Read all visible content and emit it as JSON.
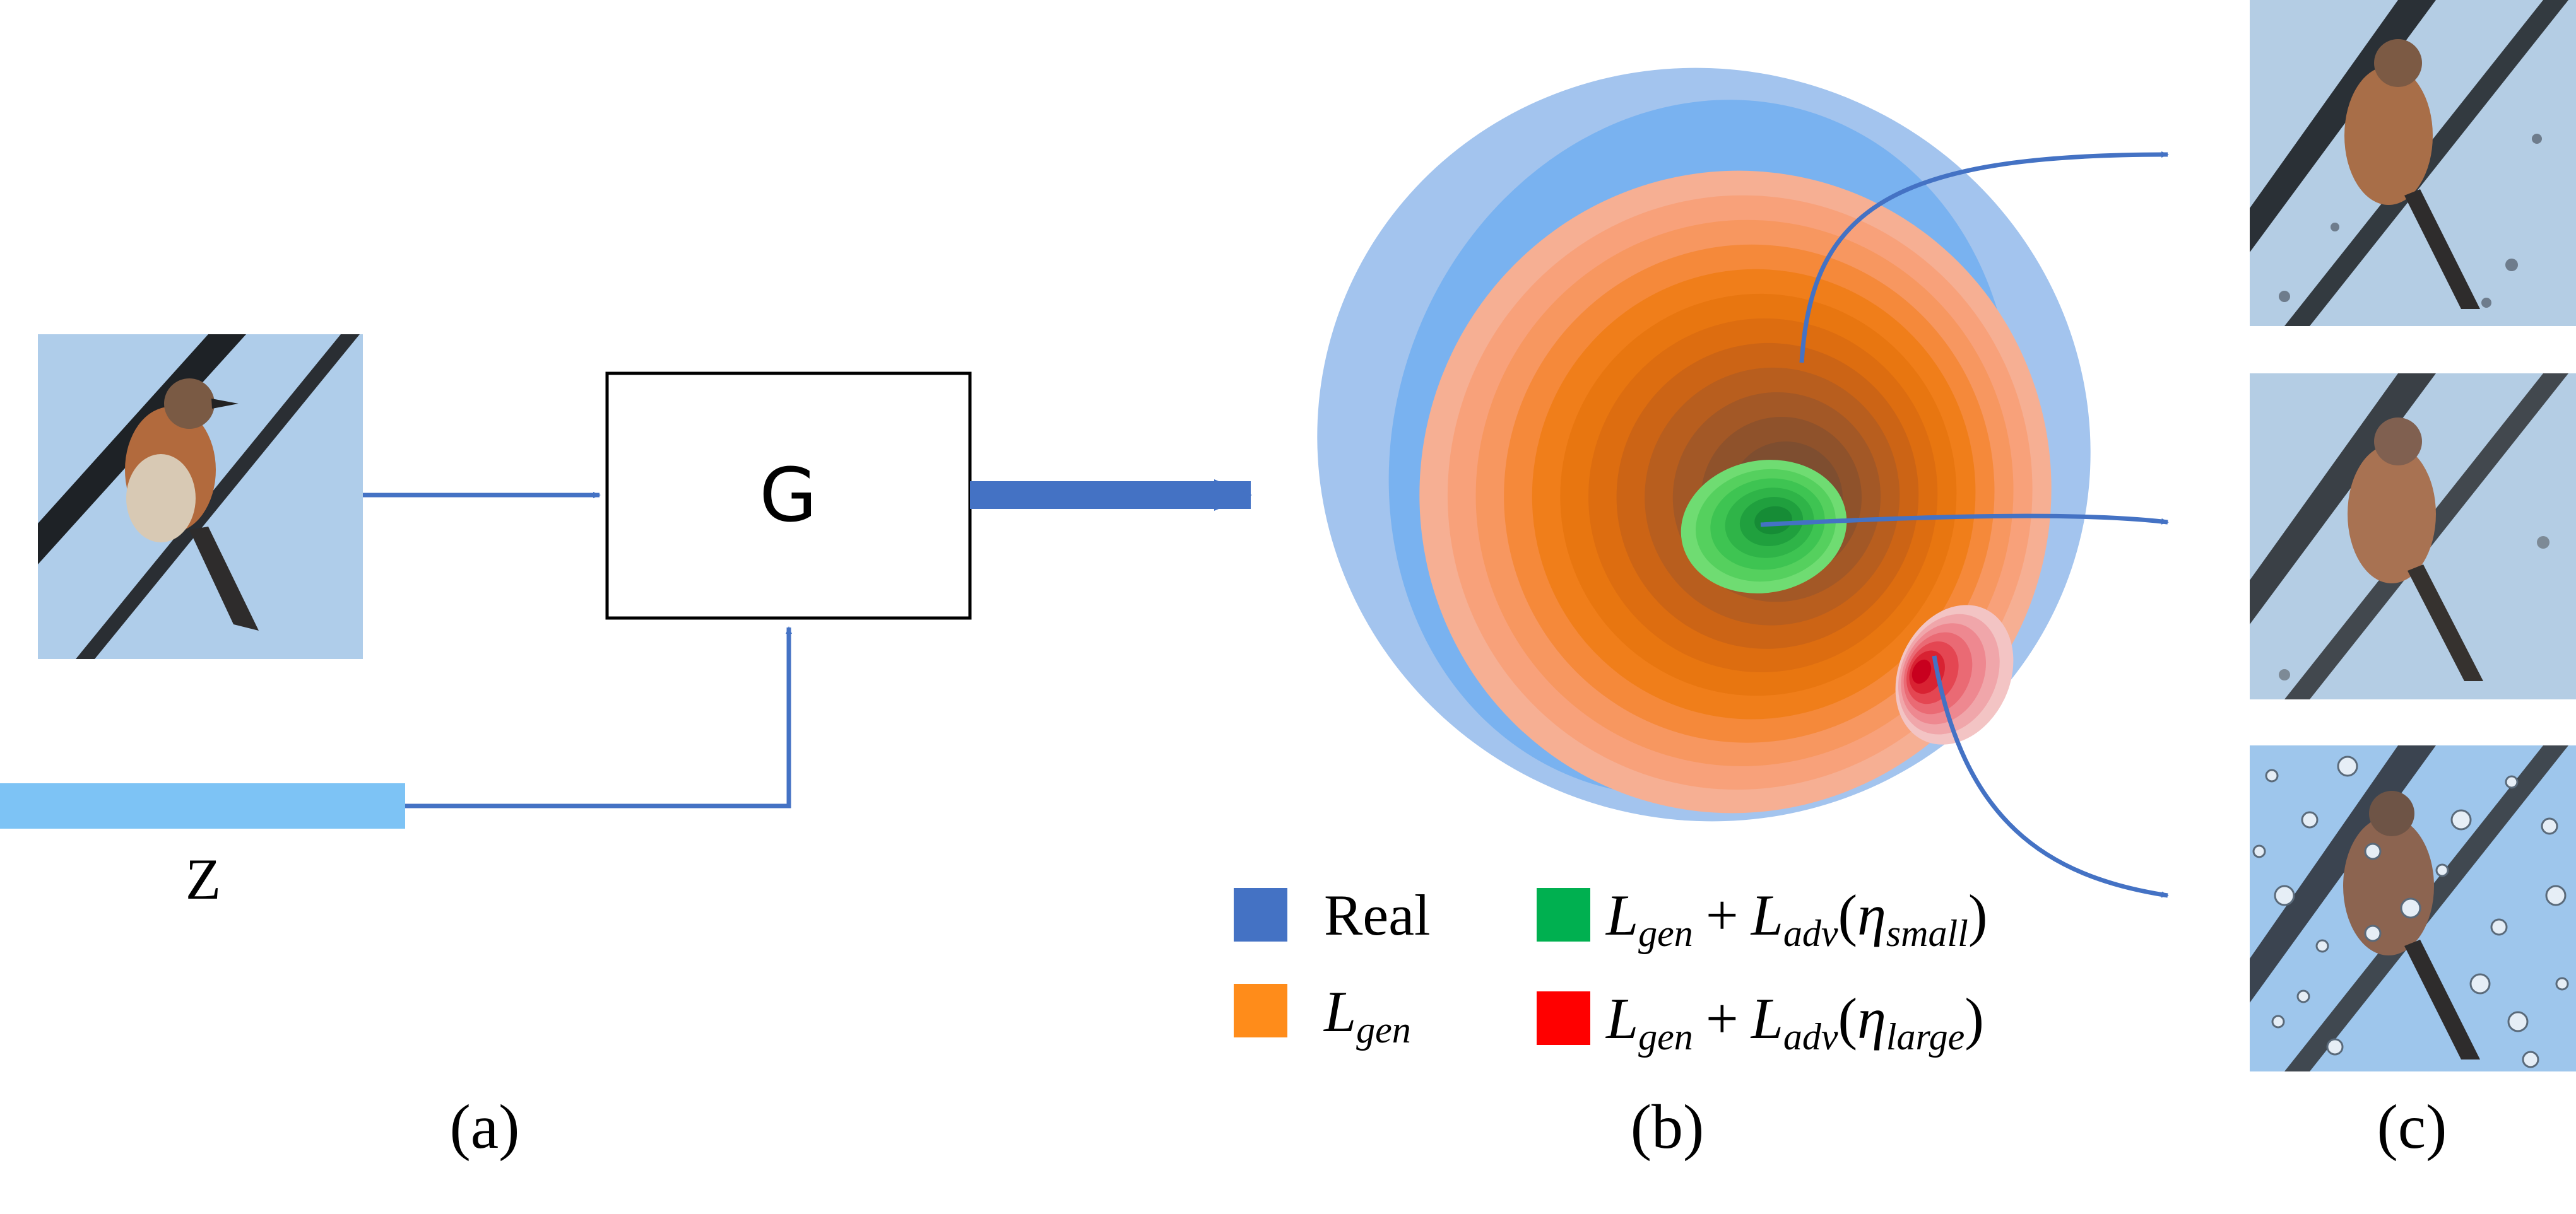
{
  "generator_label": "G",
  "noise_label": "Z",
  "panels": [
    "(a)",
    "(b)",
    "(c)"
  ],
  "legend": [
    {
      "label": "Real",
      "color": "#4472C4",
      "math": false
    },
    {
      "label_main": "L",
      "label_sub": "gen",
      "color": "#FF8C1A",
      "math": true,
      "kind": "gen"
    },
    {
      "label": "Lgen + Ladv(ηsmall)",
      "color": "#00B050",
      "math": true,
      "kind": "small"
    },
    {
      "label": "Lgen + Ladv(ηlarge)",
      "color": "#FF0000",
      "math": true,
      "kind": "large"
    }
  ],
  "legend_math": {
    "L": "L",
    "gen": "gen",
    "plus": "+",
    "adv": "adv",
    "eta": "η",
    "small": "small",
    "large": "large",
    "lparen": "(",
    "rparen": ")"
  },
  "colors": {
    "arrow": "#4472C4",
    "noise_bar": "#7DC3F5",
    "real_outer": "#A3C4EE",
    "real_inner": "#79B2F0",
    "orange_rings": [
      "#F6AF93",
      "#F8A17A",
      "#F79760",
      "#F5893A",
      "#F07E1A",
      "#E87610",
      "#DD6D10",
      "#CC6415",
      "#B85E1E",
      "#A35826",
      "#8F522B",
      "#7E4E30"
    ],
    "green_rings": [
      "#6FDC72",
      "#55D05E",
      "#3EC452",
      "#2FB448",
      "#20A03E",
      "#168C36"
    ],
    "red_rings": [
      "#F3C4C4",
      "#F0A6AA",
      "#EE8890",
      "#EA6A74",
      "#E44652",
      "#D82232",
      "#C8001E"
    ],
    "sky": "#AFCDEA"
  }
}
